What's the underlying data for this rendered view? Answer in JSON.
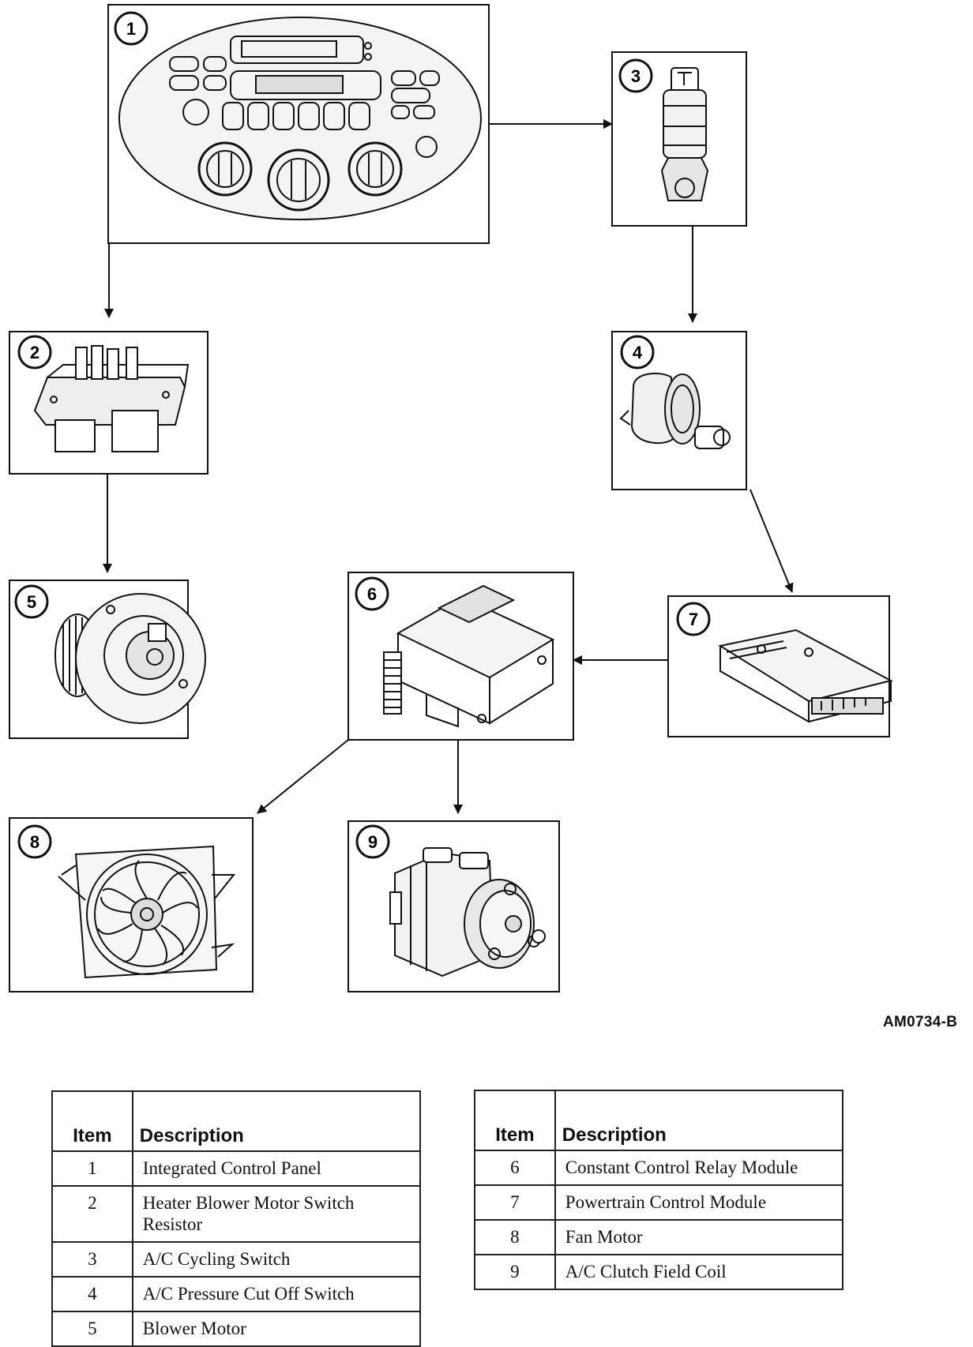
{
  "components": [
    {
      "item": "1",
      "icon": "control-panel-icon"
    },
    {
      "item": "2",
      "icon": "resistor-icon"
    },
    {
      "item": "3",
      "icon": "cycling-switch-icon"
    },
    {
      "item": "4",
      "icon": "pressure-switch-icon"
    },
    {
      "item": "5",
      "icon": "blower-motor-icon"
    },
    {
      "item": "6",
      "icon": "relay-module-icon"
    },
    {
      "item": "7",
      "icon": "pcm-icon"
    },
    {
      "item": "8",
      "icon": "fan-motor-icon"
    },
    {
      "item": "9",
      "icon": "compressor-icon"
    }
  ],
  "connections": [
    {
      "from": "1",
      "to": "2"
    },
    {
      "from": "1",
      "to": "3"
    },
    {
      "from": "3",
      "to": "4"
    },
    {
      "from": "2",
      "to": "5"
    },
    {
      "from": "4",
      "to": "7"
    },
    {
      "from": "7",
      "to": "6"
    },
    {
      "from": "6",
      "to": "8"
    },
    {
      "from": "6",
      "to": "9"
    }
  ],
  "reference_code": "AM0734-B",
  "legend": {
    "header_item": "Item",
    "header_description": "Description",
    "left": [
      {
        "item": "1",
        "description": "Integrated Control Panel"
      },
      {
        "item": "2",
        "description": "Heater Blower Motor Switch Resistor"
      },
      {
        "item": "3",
        "description": "A/C Cycling Switch"
      },
      {
        "item": "4",
        "description": "A/C Pressure Cut Off Switch"
      },
      {
        "item": "5",
        "description": "Blower Motor"
      }
    ],
    "right": [
      {
        "item": "6",
        "description": "Constant Control Relay Module"
      },
      {
        "item": "7",
        "description": "Powertrain Control Module"
      },
      {
        "item": "8",
        "description": "Fan Motor"
      },
      {
        "item": "9",
        "description": "A/C Clutch Field Coil"
      }
    ]
  }
}
